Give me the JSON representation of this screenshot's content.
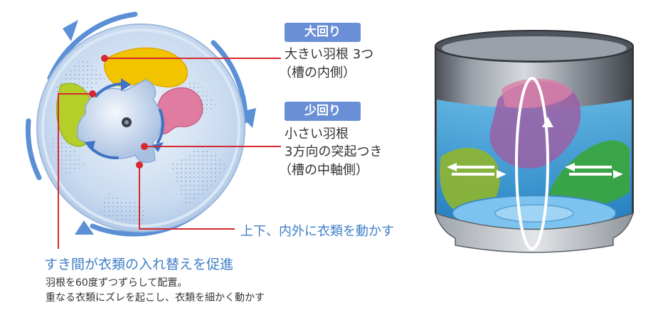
{
  "large_rotation": {
    "badge": "大回り",
    "line1": "大きい羽根 3つ",
    "line2": "（槽の内側）"
  },
  "small_rotation": {
    "badge": "少回り",
    "line1": "小さい羽根",
    "line2": "3方向の突起つき",
    "line3": "（槽の中軸側）"
  },
  "movement_caption": "上下、内外に衣類を動かす",
  "gap_caption": {
    "title": "すき間が衣類の入れ替えを促進",
    "line1": "羽根を60度ずつずらして配置。",
    "line2": "重なる衣類にズレを起こし、衣類を細かく動かす"
  },
  "colors": {
    "badge_blue": "#6b8fd6",
    "accent_red": "#d6282f",
    "caption_blue": "#3f7fc6",
    "blade_yellow": "#f2c400",
    "blade_pink": "#e07ca0",
    "blade_green": "#b5cf2a",
    "rotation_arrow_blue": "#5b8fd6"
  }
}
